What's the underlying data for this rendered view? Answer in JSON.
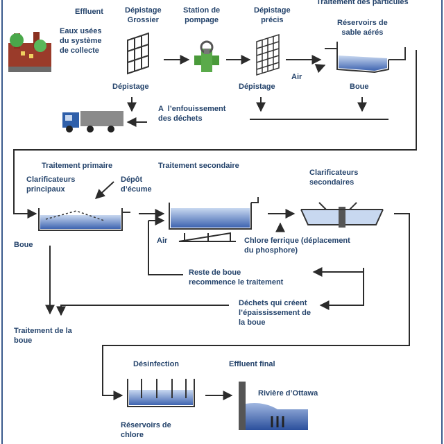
{
  "labels": {
    "effluent": "Effluent",
    "eaux_usees": "Eaux usées\ndu système\nde collecte",
    "depistage_grossier": "Dépistage\nGrossier",
    "station_pompage": "Station de\npompage",
    "depistage_precis": "Dépistage\nprécis",
    "traitement_particules": "Traitement des particules",
    "reservoirs_sable": "Réservoirs de\nsable aérés",
    "depistage_1": "Dépistage",
    "depistage_2": "Dépistage",
    "air_1": "Air",
    "boue_1": "Boue",
    "enfouissement": "A  l’enfouissement\ndes déchets",
    "traitement_primaire": "Traitement primaire",
    "clarificateurs_principaux": "Clarificateurs\nprincipaux",
    "depot_ecume": "Dépôt\nd’écume",
    "traitement_secondaire": "Traitement secondaire",
    "clarificateurs_secondaires": "Clarificateurs\nsecondaires",
    "boue_2": "Boue",
    "air_2": "Air",
    "chlore_ferrique": "Chlore ferrique (déplacement\ndu phosphore)",
    "reste_boue": "Reste de boue\nrecommence le traitement",
    "dechets_epaississement": "Déchets qui créent\nl’épaississement de\nla boue",
    "traitement_boue": "Traitement de la\nboue",
    "desinfection": "Désinfection",
    "effluent_final": "Effluent final",
    "riviere": "Rivière d’Ottawa",
    "reservoirs_chlore": "Réservoirs de\nchlore"
  },
  "colors": {
    "text": "#24436b",
    "line": "#2b2b2b",
    "frame": "#3a5a8c",
    "water_dark": "#3e64b0",
    "water_light": "#c8d8f0",
    "pipe_green": "#4a9a3a",
    "truck_blue": "#2e5faa"
  },
  "icons": [
    "factory-icon",
    "grid-screen-icon",
    "pump-icon",
    "fine-screen-icon",
    "grit-tank-icon",
    "truck-icon",
    "primary-clarifier-icon",
    "aeration-tank-icon",
    "secondary-clarifier-icon",
    "chlorine-tank-icon",
    "river-outfall-icon"
  ]
}
